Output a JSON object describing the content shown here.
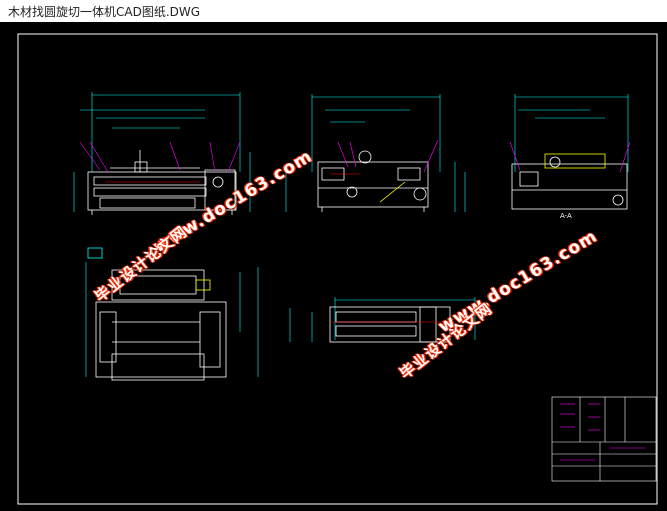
{
  "window": {
    "title": "木材找圆旋切一体机CAD图纸.DWG"
  },
  "drawing": {
    "background": "#000000",
    "line_colors": {
      "frame": "#ffffff",
      "dimension": "#00ffff",
      "part": "#ffffff",
      "callout": "#ff00ff",
      "accent": "#ffff00",
      "highlight": "#ff0000"
    }
  },
  "watermarks": {
    "url_text": "www.doc163.com",
    "cn_text": "毕业设计论文网",
    "color": "#ff2a00"
  },
  "section_label": "A-A"
}
